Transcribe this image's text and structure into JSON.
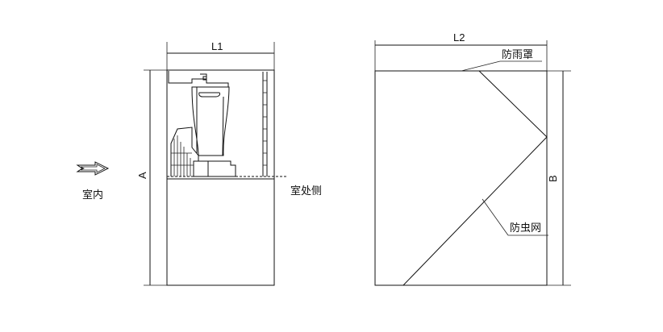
{
  "left_view": {
    "dim_width_label": "L1",
    "dim_height_label": "A",
    "indoor_label": "室内",
    "outdoor_label": "室处侧"
  },
  "right_view": {
    "dim_width_label": "L2",
    "dim_height_label": "B",
    "rain_cover_label": "防雨罩",
    "insect_screen_label": "防虫网"
  }
}
